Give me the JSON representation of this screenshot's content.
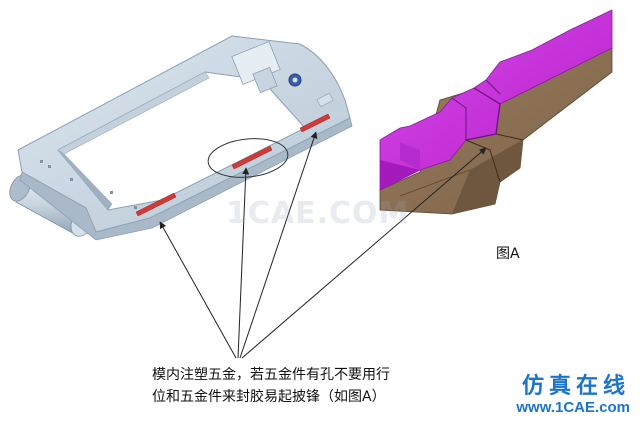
{
  "caption": {
    "line1": "模内注塑五金，若五金件有孔不要用行",
    "line2": "位和五金件来封胶易起披锋（如图A）"
  },
  "figure_label": "图A",
  "watermark": "1CAE.COM",
  "brand": {
    "title": "仿真在线",
    "url": "www.1CAE.com"
  },
  "colors": {
    "frame": "#c9d6e3",
    "frame_edge": "#8aa0b6",
    "insert_red": "#d23a3a",
    "plastic_purple": "#c02ad8",
    "metal_brown": "#8a7052",
    "brand_blue": "#1d74c9"
  }
}
